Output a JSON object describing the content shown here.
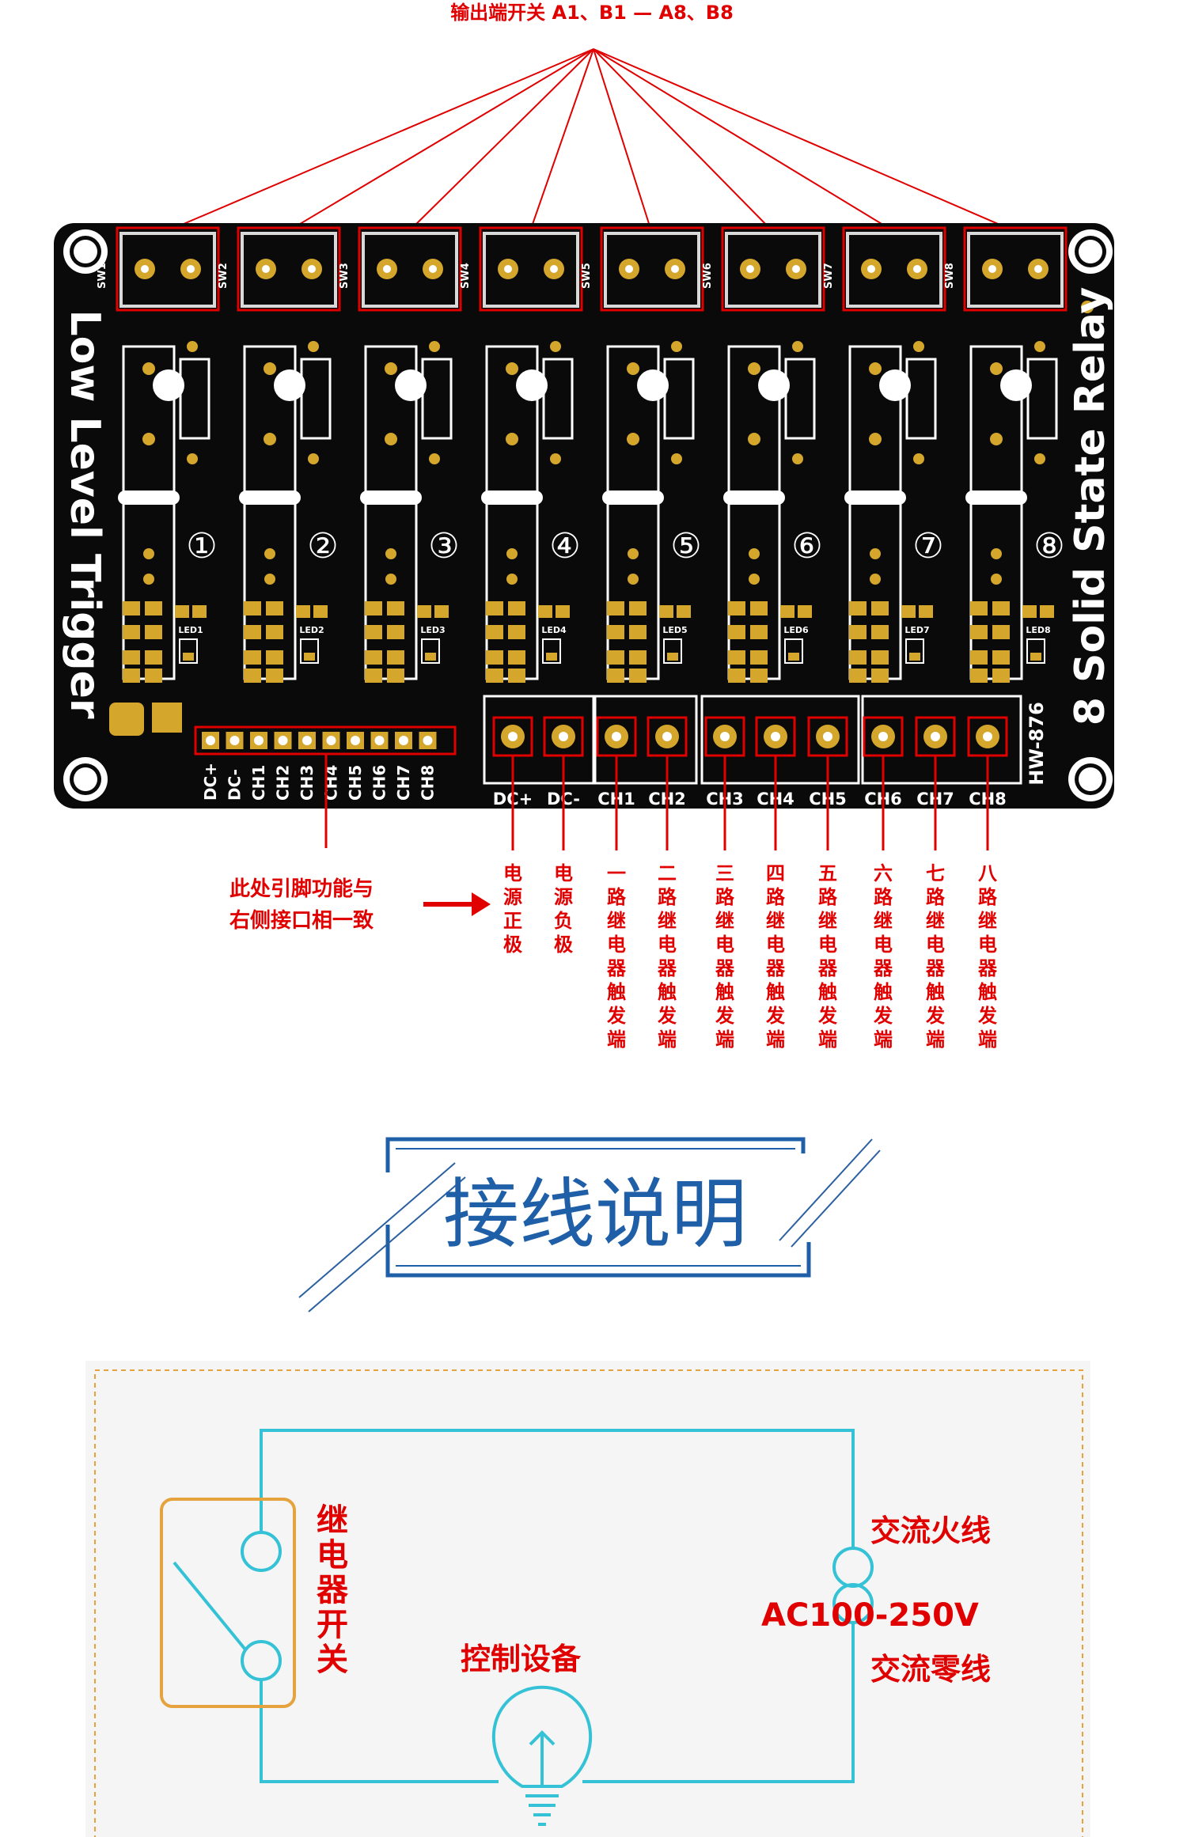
{
  "header_label": "输出端开关 A1、B1 — A8、B8",
  "colors": {
    "pcb": "#0a0a0a",
    "pad": "#d4a72c",
    "silk": "#ffffff",
    "annotation": "#e00000",
    "wire": "#35c2d6",
    "switch_box": "#e6a23c",
    "title_blue": "#1f5fa8",
    "panel_bg": "#f7f7f7",
    "panel_border": "#e6a23c"
  },
  "board": {
    "left_text": "Low Level Trigger",
    "right_text": "8 Solid State Relay",
    "model": "HW-876",
    "switch_labels": [
      "SW1",
      "SW2",
      "SW3",
      "SW4",
      "SW5",
      "SW6",
      "SW7",
      "SW8"
    ],
    "channel_numbers": [
      "①",
      "②",
      "③",
      "④",
      "⑤",
      "⑥",
      "⑦",
      "⑧"
    ],
    "led_labels": [
      "LED1",
      "LED2",
      "LED3",
      "LED4",
      "LED5",
      "LED6",
      "LED7",
      "LED8"
    ],
    "header_pin_labels": [
      "DC+",
      "DC-",
      "CH1",
      "CH2",
      "CH3",
      "CH4",
      "CH5",
      "CH6",
      "CH7",
      "CH8"
    ],
    "terminal_labels": [
      "DC+",
      "DC-",
      "CH1",
      "CH2",
      "CH3",
      "CH4",
      "CH5",
      "CH6",
      "CH7",
      "CH8"
    ]
  },
  "annotations": {
    "pin_note_line1": "此处引脚功能与",
    "pin_note_line2": "右侧接口相一致",
    "terminal_descriptions": [
      "电源正极",
      "电源负极",
      "一路继电器触发端",
      "二路继电器触发端",
      "三路继电器触发端",
      "四路继电器触发端",
      "五路继电器触发端",
      "六路继电器触发端",
      "七路继电器触发端",
      "八路继电器触发端"
    ]
  },
  "wiring_title": "接线说明",
  "wiring": {
    "relay_switch_label": "继电器开关",
    "ac_live": "交流火线",
    "ac_voltage": "AC100-250V",
    "ac_neutral": "交流零线",
    "controlled_device": "控制设备"
  }
}
